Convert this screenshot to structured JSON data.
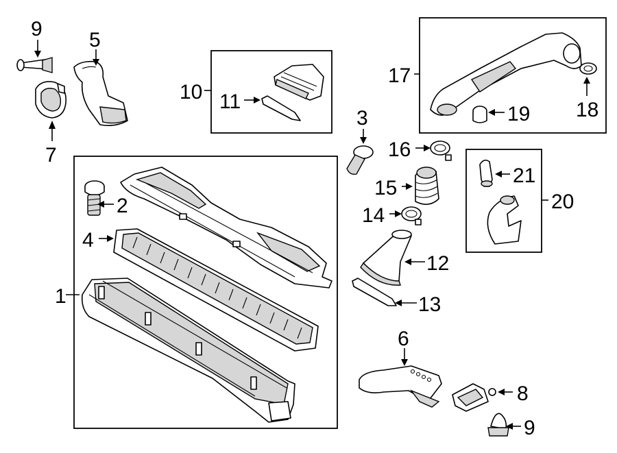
{
  "callouts": {
    "c1": "1",
    "c2": "2",
    "c3": "3",
    "c4": "4",
    "c5": "5",
    "c6": "6",
    "c7": "7",
    "c8": "8",
    "c9a": "9",
    "c9b": "9",
    "c10": "10",
    "c11": "11",
    "c12": "12",
    "c13": "13",
    "c14": "14",
    "c15": "15",
    "c16": "16",
    "c17": "17",
    "c18": "18",
    "c19": "19",
    "c20": "20",
    "c21": "21"
  }
}
